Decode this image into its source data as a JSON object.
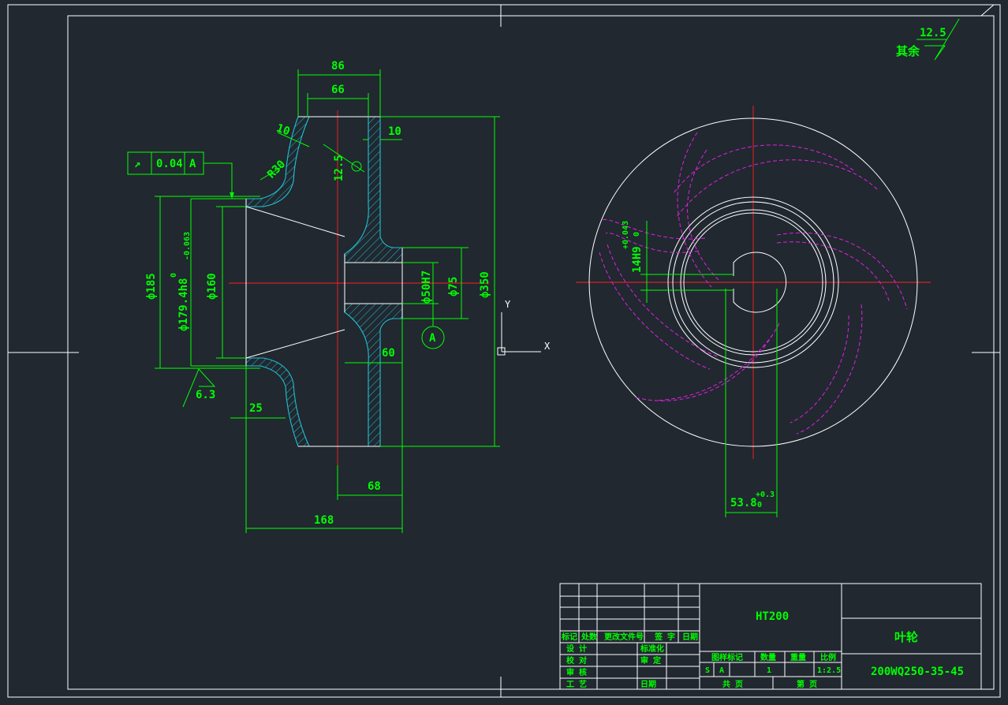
{
  "dims": {
    "d86": "86",
    "d66": "66",
    "d10a": "10",
    "d10b": "10",
    "r30": "R30",
    "phi185": "ф185",
    "phi179": "ф179.4h8",
    "phi179_tol_upper": "0",
    "phi179_tol_lower": "-0.063",
    "phi160": "ф160",
    "phi50": "ф50H7",
    "phi75": "ф75",
    "phi350": "ф350",
    "d60": "60",
    "d25": "25",
    "d68": "68",
    "d168": "168",
    "rough_hole": "12.5",
    "rough_face": "6.3",
    "key_width": "14H9",
    "key_tol_upper": "+0.043",
    "key_tol_lower": "0",
    "key_depth": "53.8",
    "key_depth_tol_upper": "+0.3",
    "key_depth_tol_lower": "0"
  },
  "tolerance_frame": {
    "symbol": "↗",
    "value": "0.04",
    "datum": "A"
  },
  "datum_label": "A",
  "ucs": {
    "x": "X",
    "y": "Y"
  },
  "roughness_note": {
    "label": "其余",
    "value": "12.5"
  },
  "title_block": {
    "material": "HT200",
    "part_name": "叶轮",
    "drawing_no": "200WQ250-35-45",
    "header": [
      "标记",
      "处数",
      "更改文件号",
      "签 字",
      "日期"
    ],
    "rows": {
      "design": "设 计",
      "standard": "标准化",
      "proof": "校 对",
      "review": "审 定",
      "audit": "审 核",
      "craft": "工 艺",
      "date": "日期"
    },
    "stage_label": "图样标记",
    "qty_label": "数量",
    "weight_label": "重量",
    "scale_label": "比例",
    "stage_s": "S",
    "stage_a": "A",
    "qty": "1",
    "scale": "1:2.5",
    "total_sheets": "共  页",
    "sheet_no": "第  页"
  },
  "colors": {
    "background": "#212830",
    "geometry": "#ffffff",
    "dimension": "#00ff00",
    "centerline": "#ff2020",
    "hidden_blade": "#e020e0",
    "section": "#20c0d0"
  }
}
